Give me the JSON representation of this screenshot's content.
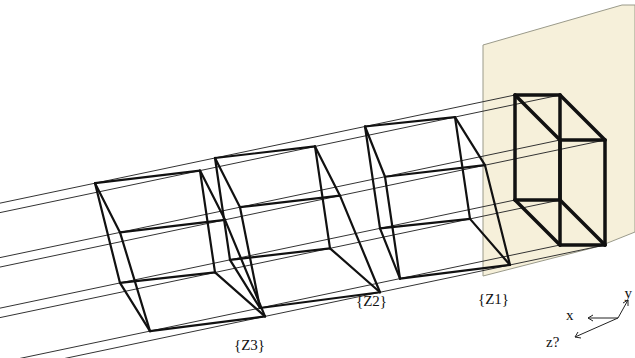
{
  "diagram": {
    "labels": [
      "{Z3}",
      "{Z2}",
      "{Z1}",
      "x",
      "y",
      "z?"
    ]
  }
}
